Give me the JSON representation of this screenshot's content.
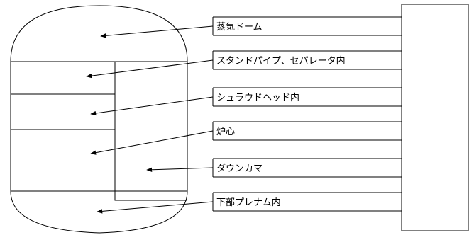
{
  "diagram": {
    "labels": {
      "steam_dome": "蒸気ドーム",
      "standpipe_separator": "スタンドパイプ、セパレータ内",
      "shroud_head": "シュラウドヘッド内",
      "core": "炉心",
      "downcomer": "ダウンカマ",
      "lower_plenum": "下部プレナム内"
    }
  }
}
